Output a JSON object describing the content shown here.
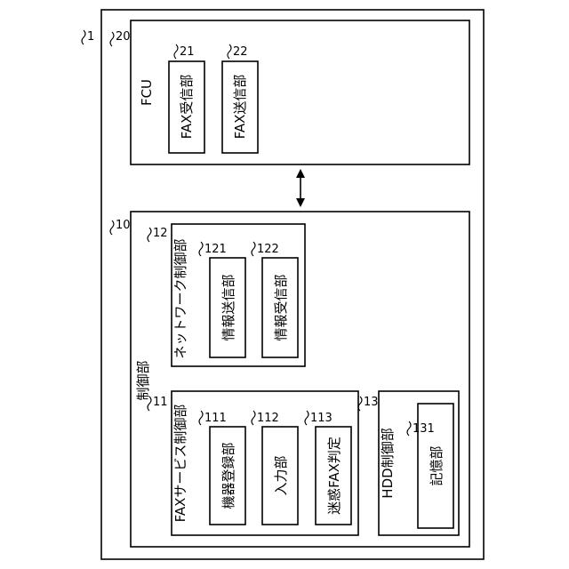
{
  "figure_ref": "1",
  "fcu": {
    "ref": "20",
    "label": "FCU",
    "fax_receiver": {
      "ref": "21",
      "label": "FAX受信部"
    },
    "fax_sender": {
      "ref": "22",
      "label": "FAX送信部"
    }
  },
  "control": {
    "ref": "10",
    "label": "制御部",
    "network_control": {
      "ref": "12",
      "label": "ネットワーク制御部",
      "info_sender": {
        "ref": "121",
        "label": "情報送信部"
      },
      "info_receiver": {
        "ref": "122",
        "label": "情報受信部"
      }
    },
    "fax_service_control": {
      "ref": "11",
      "label": "FAXサービス制御部",
      "device_registration": {
        "ref": "111",
        "label": "機器登録部"
      },
      "input": {
        "ref": "112",
        "label": "入力部"
      },
      "spam_fax_judge": {
        "ref": "113",
        "label": "迷惑FAX判定"
      }
    },
    "hdd_control": {
      "ref": "13",
      "label": "HDD制御部",
      "storage": {
        "ref": "131",
        "label": "記憶部"
      }
    }
  }
}
